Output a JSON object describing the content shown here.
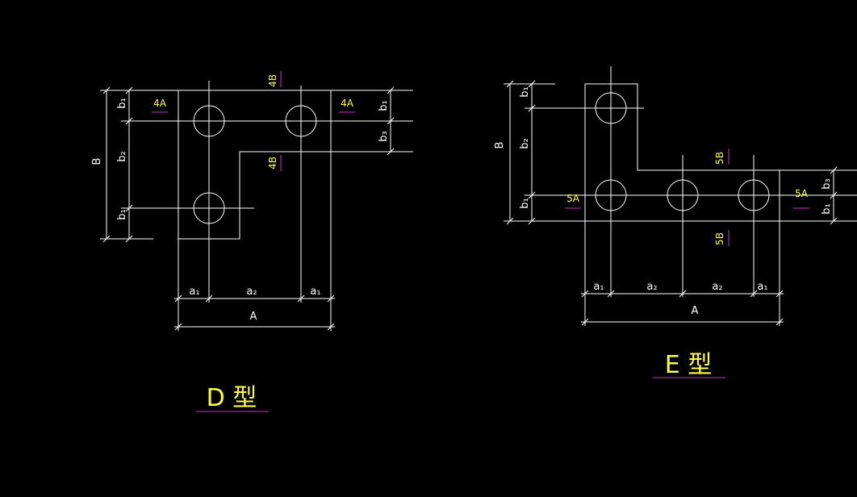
{
  "colors": {
    "background": "#000000",
    "line": "#ffffff",
    "section_label": "#ffff44",
    "underline": "#cc33cc"
  },
  "d_type": {
    "title": "D 型",
    "dims": {
      "B": "B",
      "b1": "b₁",
      "b2": "b₂",
      "b3": "b₃",
      "a1": "a₁",
      "a2": "a₂",
      "A": "A"
    },
    "section_labels": {
      "4A": "4A",
      "4B": "4B"
    }
  },
  "e_type": {
    "title": "E 型",
    "dims": {
      "B": "B",
      "b1": "b₁",
      "b2": "b₂",
      "b3": "b₃",
      "a1": "a₁",
      "a2": "a₂",
      "A": "A"
    },
    "section_labels": {
      "5A": "5A",
      "5B": "5B"
    }
  }
}
